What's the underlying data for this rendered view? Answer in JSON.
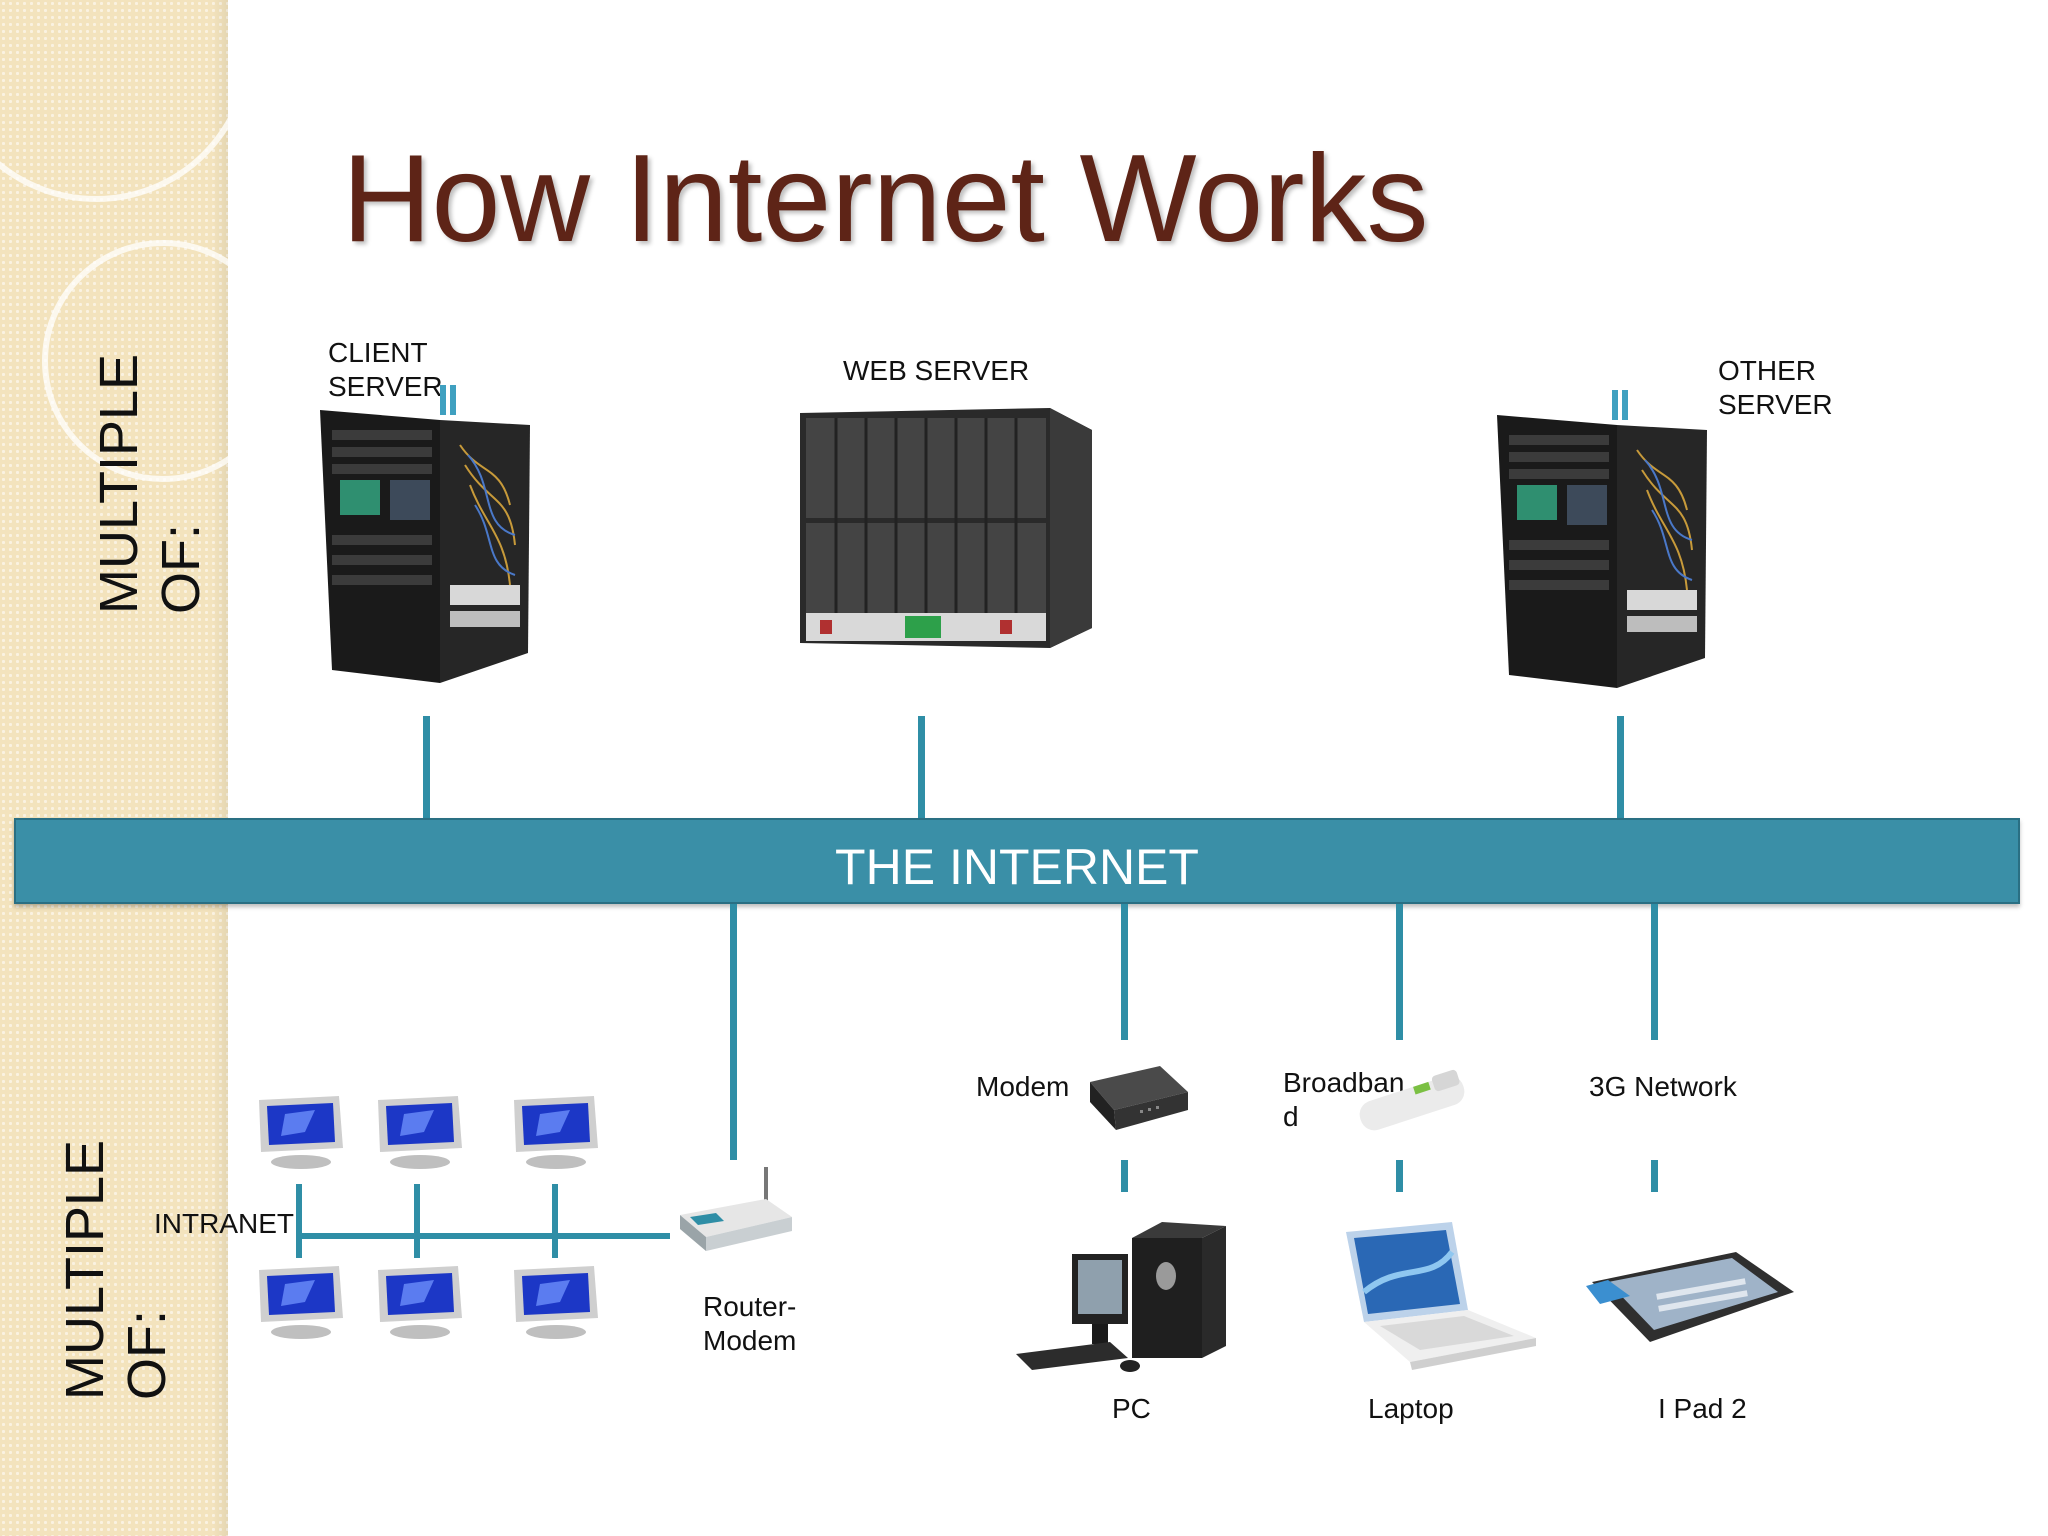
{
  "title": "How Internet Works",
  "sidebar": {
    "top_text": "MULTIPLE OF:",
    "bottom_text": "MULTIPLE OF:"
  },
  "servers": {
    "client": {
      "line1": "CLIENT",
      "line2": "SERVER"
    },
    "web": {
      "line1": "WEB SERVER"
    },
    "other": {
      "line1": "OTHER",
      "line2": "SERVER"
    }
  },
  "internet": {
    "label": "THE INTERNET"
  },
  "intranet": {
    "label": "INTRANET"
  },
  "router": {
    "line1": "Router-",
    "line2": "Modem"
  },
  "connections": {
    "modem": "Modem",
    "broadband_line1": "Broadban",
    "broadband_line2": "d",
    "network3g": "3G Network"
  },
  "clients": {
    "pc": "PC",
    "laptop": "Laptop",
    "ipad": "I Pad 2"
  },
  "colors": {
    "accent": "#3a8fa7",
    "title": "#5e2417",
    "sidebar": "#f3e3bd"
  }
}
